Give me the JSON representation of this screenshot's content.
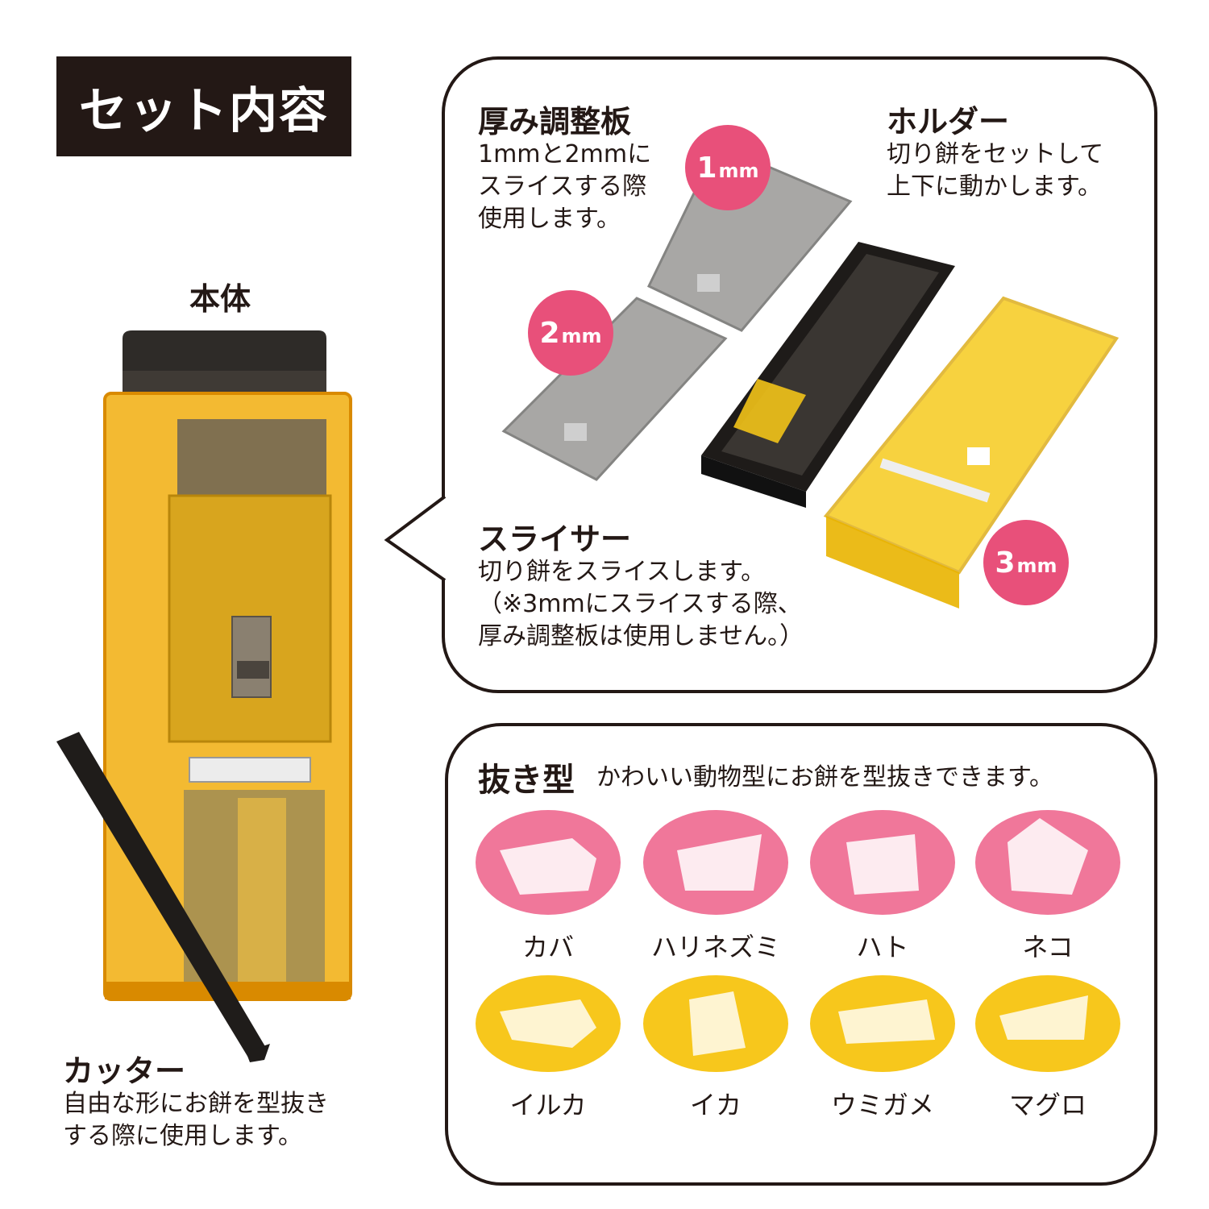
{
  "title": "セット内容",
  "main_body": {
    "label": "本体"
  },
  "cutter": {
    "title": "カッター",
    "desc1": "自由な形にお餅を型抜き",
    "desc2": "する際に使用します。"
  },
  "adjust_plate": {
    "title": "厚み調整板",
    "desc1": "1mmと2mmに",
    "desc2": "スライスする際",
    "desc3": "使用します。"
  },
  "holder": {
    "title": "ホルダー",
    "desc1": "切り餅をセットして",
    "desc2": "上下に動かします。"
  },
  "slicer": {
    "title": "スライサー",
    "desc1": "切り餅をスライスします。",
    "desc2": "（※3mmにスライスする際、",
    "desc3": "厚み調整板は使用しません。）"
  },
  "badges": [
    {
      "num": "1",
      "unit": "mm"
    },
    {
      "num": "2",
      "unit": "mm"
    },
    {
      "num": "3",
      "unit": "mm"
    }
  ],
  "cutters": {
    "title": "抜き型",
    "subtitle": "かわいい動物型にお餅を型抜きできます。",
    "items": [
      "カバ",
      "ハリネズミ",
      "ハト",
      "ネコ",
      "イルカ",
      "イカ",
      "ウミガメ",
      "マグロ"
    ]
  },
  "colors": {
    "pink": "#e8507a",
    "yellow": "#f5c400",
    "orange": "#e8a000",
    "dark": "#231815"
  }
}
